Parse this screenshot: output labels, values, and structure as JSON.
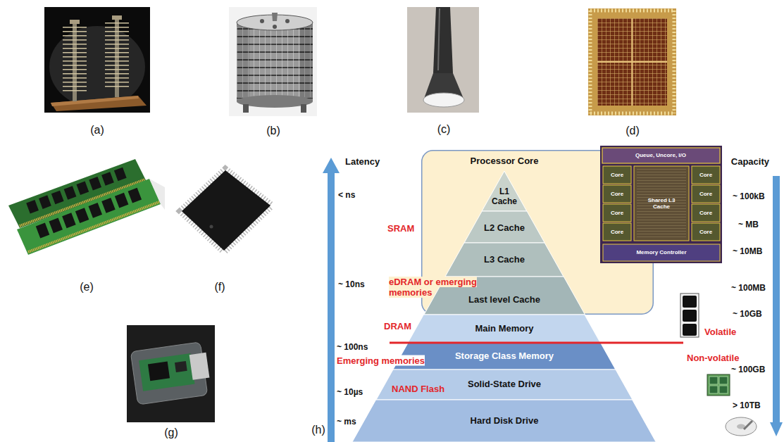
{
  "diagram": {
    "nodes": [
      {
        "text": [
          "Processor Core"
        ]
      },
      {
        "text": [
          "L1 Cache"
        ],
        "in": 0
      },
      {
        "text": [
          "L2 Cache"
        ],
        "in": 0
      },
      {
        "text": [
          "L3 Cache"
        ],
        "in": 0
      },
      {
        "text": [
          "Last level Cache"
        ],
        "in": 0
      },
      {
        "text": [
          "Main Memory"
        ]
      },
      {
        "text": [
          "Storage Class Memory"
        ]
      },
      {
        "text": [
          "Solid-State Drive"
        ]
      },
      {
        "text": [
          "Hard Disk Drive"
        ]
      }
    ],
    "labels": [
      "(a)",
      "(b)",
      "(c)",
      "(d)",
      "(e)",
      "(f)",
      "(g)",
      "(h)",
      "Latency",
      "Capacity",
      "< ns",
      "~ 10ns",
      "~ 100ns",
      "~ 10µs",
      "~ ms",
      "~ 100kB",
      "~ MB",
      "~ 10MB",
      "~ 100MB",
      "~ 10GB",
      "~ 100GB",
      "> 10TB",
      "SRAM",
      "eDRAM or emerging memories",
      "DRAM",
      "Emerging memories",
      "NAND Flash",
      "Volatile",
      "Non-volatile",
      "Queue, Uncore, I/O",
      "Core",
      "Core",
      "Core",
      "Core",
      "Core",
      "Core",
      "Core",
      "Core",
      "Shared L3 Cache",
      "Memory Controller"
    ]
  }
}
